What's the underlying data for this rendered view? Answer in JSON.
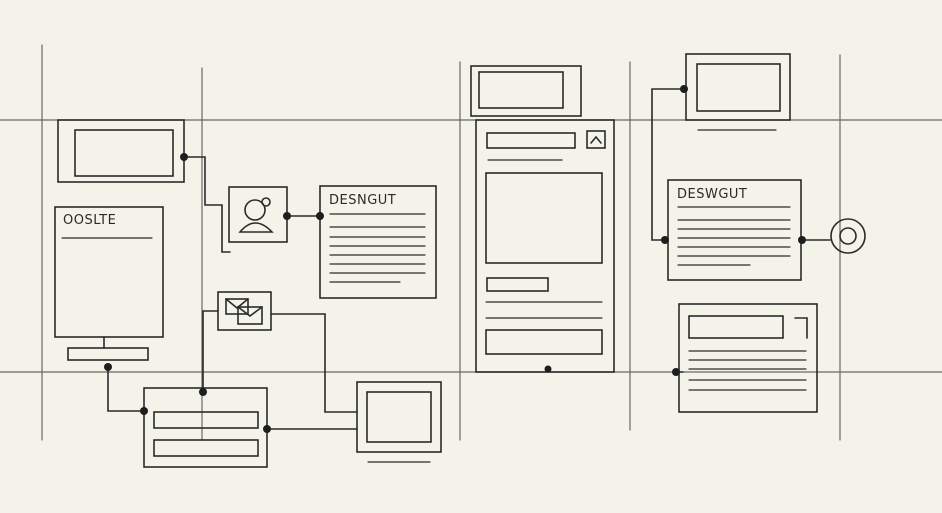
{
  "labels": {
    "left_card_title": "OOSLTE",
    "middle_doc_title": "DESNGUT",
    "right_doc_title": "DESWGUT"
  },
  "icons": {
    "profile": "user-profile-icon",
    "mail": "envelope-icon",
    "target": "circle-target-icon",
    "chevron": "chevron-up-icon"
  },
  "colors": {
    "background": "#f4f3ea",
    "stroke": "#2a2a2a",
    "grid": "#3a3a3a"
  }
}
